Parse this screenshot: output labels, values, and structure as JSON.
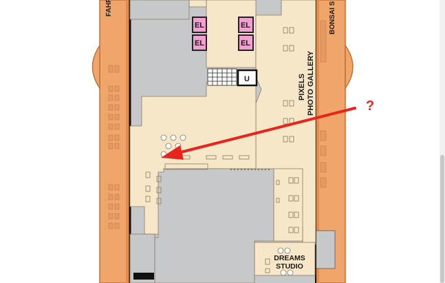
{
  "map": {
    "colors": {
      "deck": "#f6e7c8",
      "corridor": "#c7c8ca",
      "hull": "#f0a66a",
      "hull_stroke": "#c0703a",
      "elevator": "#f2a0cf",
      "arrow": "#e8241c",
      "text": "#1a1a1a"
    },
    "labels": {
      "left_street": "FAHR",
      "right_street": "BONSAI S",
      "elevator": "EL",
      "stairs": "U",
      "gallery_line1": "PIXELS",
      "gallery_line2": "PHOTO GALLERY",
      "studio_line1": "DREAMS",
      "studio_line2": "STUDIO",
      "question_mark": "?"
    },
    "icons": {
      "arrow": "red-arrow-icon",
      "question": "question-mark-icon"
    }
  }
}
